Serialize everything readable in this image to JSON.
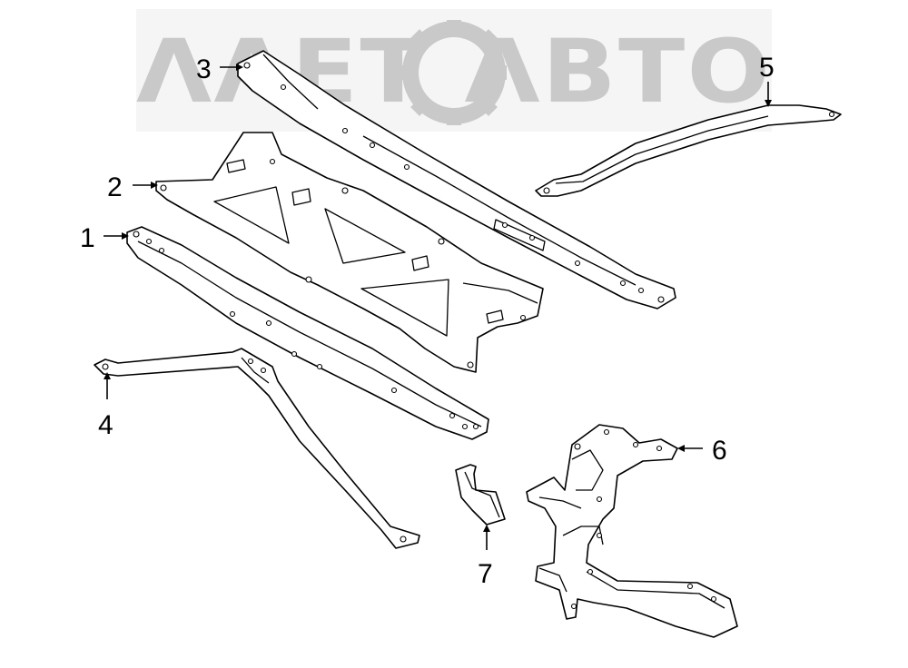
{
  "watermark": {
    "text": "ΛΛΕΤ  ΛΒΤΟ",
    "logo": "gear-logo"
  },
  "callouts": [
    {
      "id": "1",
      "label": "1"
    },
    {
      "id": "2",
      "label": "2"
    },
    {
      "id": "3",
      "label": "3"
    },
    {
      "id": "4",
      "label": "4"
    },
    {
      "id": "5",
      "label": "5"
    },
    {
      "id": "6",
      "label": "6"
    },
    {
      "id": "7",
      "label": "7"
    }
  ]
}
